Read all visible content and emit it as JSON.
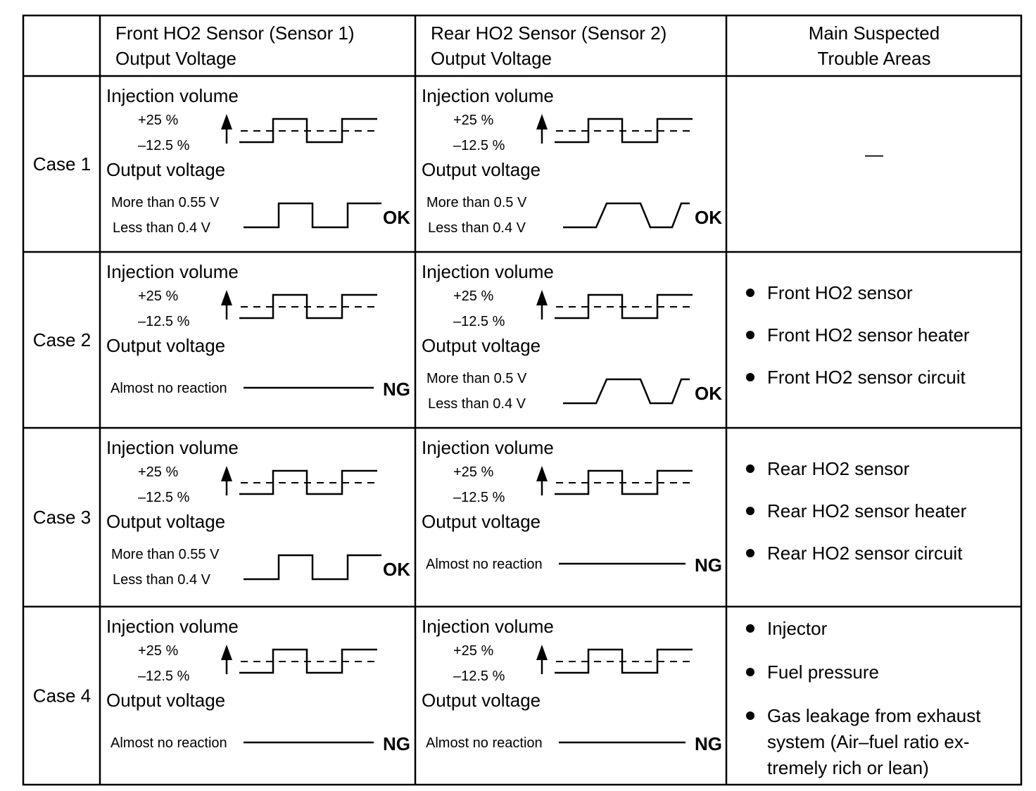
{
  "headers": {
    "front": [
      "Front HO2 Sensor (Sensor 1)",
      "Output Voltage"
    ],
    "rear": [
      "Rear HO2 Sensor (Sensor 2)",
      "Output Voltage"
    ],
    "trouble": [
      "Main Suspected",
      "Trouble Areas"
    ]
  },
  "labels": {
    "injection_volume": "Injection volume",
    "output_voltage": "Output voltage",
    "plus": "+25 %",
    "minus": "–12.5 %"
  },
  "cases": [
    {
      "name": "Case 1",
      "front": {
        "wave": "square",
        "high": "More than 0.55 V",
        "low": "Less than 0.4 V",
        "status": "OK"
      },
      "rear": {
        "wave": "trapezoid",
        "high": "More than 0.5 V",
        "low": "Less than 0.4 V",
        "status": "OK"
      },
      "trouble": [],
      "trouble_dash": "—"
    },
    {
      "name": "Case 2",
      "front": {
        "wave": "flat",
        "text": "Almost no reaction",
        "status": "NG"
      },
      "rear": {
        "wave": "trapezoid",
        "high": "More than 0.5 V",
        "low": "Less than 0.4 V",
        "status": "OK"
      },
      "trouble": [
        [
          "Front HO2 sensor"
        ],
        [
          "Front HO2 sensor heater"
        ],
        [
          "Front HO2 sensor circuit"
        ]
      ]
    },
    {
      "name": "Case 3",
      "front": {
        "wave": "square",
        "high": "More than 0.55 V",
        "low": "Less than 0.4 V",
        "status": "OK"
      },
      "rear": {
        "wave": "flat",
        "text": "Almost no reaction",
        "status": "NG"
      },
      "trouble": [
        [
          "Rear HO2 sensor"
        ],
        [
          "Rear HO2 sensor heater"
        ],
        [
          "Rear HO2 sensor circuit"
        ]
      ]
    },
    {
      "name": "Case 4",
      "front": {
        "wave": "flat",
        "text": "Almost no reaction",
        "status": "NG"
      },
      "rear": {
        "wave": "flat",
        "text": "Almost no reaction",
        "status": "NG"
      },
      "trouble": [
        [
          "Injector"
        ],
        [
          "Fuel pressure"
        ],
        [
          "Gas leakage from exhaust",
          "system (Air–fuel ratio ex-",
          "tremely rich or lean)"
        ]
      ]
    }
  ]
}
